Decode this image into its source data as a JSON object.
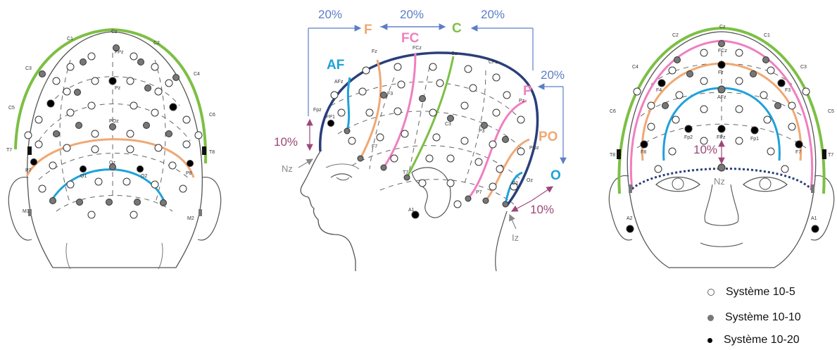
{
  "back_view": {
    "labels": [
      "C1",
      "Cz",
      "C2",
      "C3",
      "C4",
      "C5",
      "C6",
      "T7",
      "T8",
      "FPz",
      "Pz",
      "POz",
      "P7",
      "P8",
      "O1",
      "Oz",
      "O2",
      "M1",
      "M2"
    ]
  },
  "side_view": {
    "region_labels": [
      "F",
      "C",
      "FC",
      "AF",
      "P",
      "PO",
      "O"
    ],
    "percent_labels": [
      "20%",
      "20%",
      "20%",
      "20%",
      "10%",
      "10%"
    ],
    "landmarks": [
      "Nz",
      "Iz"
    ],
    "labels": [
      "Fz",
      "FCz",
      "Cz",
      "CPz",
      "Pz",
      "AFz",
      "F3",
      "C3",
      "P3",
      "POz",
      "Oz",
      "O1",
      "Fpz",
      "FP1",
      "F7",
      "T7",
      "P7",
      "A1"
    ]
  },
  "front_view": {
    "percent_label": "10%",
    "landmark": "Nz",
    "labels": [
      "C2",
      "Cz",
      "C1",
      "C4",
      "C3",
      "C6",
      "C5",
      "T8",
      "T7",
      "FCz",
      "Fz",
      "F4",
      "F3",
      "AFz",
      "FPz",
      "Fp2",
      "Fp1",
      "F8",
      "F7",
      "A2",
      "A1"
    ]
  },
  "legend": [
    {
      "label": "Système 10-5",
      "marker": "open-circle-icon"
    },
    {
      "label": "Système 10-10",
      "marker": "gray-dot-icon"
    },
    {
      "label": "Système 10-20",
      "marker": "black-dot-icon"
    }
  ],
  "colors": {
    "green": "#7dbf44",
    "orange": "#f0a874",
    "blue": "#1ea2d9",
    "pink": "#ef7fc0",
    "navy": "#2a3f7a",
    "arrow_blue": "#5b7ec6",
    "arrow_purple": "#9c4778"
  }
}
